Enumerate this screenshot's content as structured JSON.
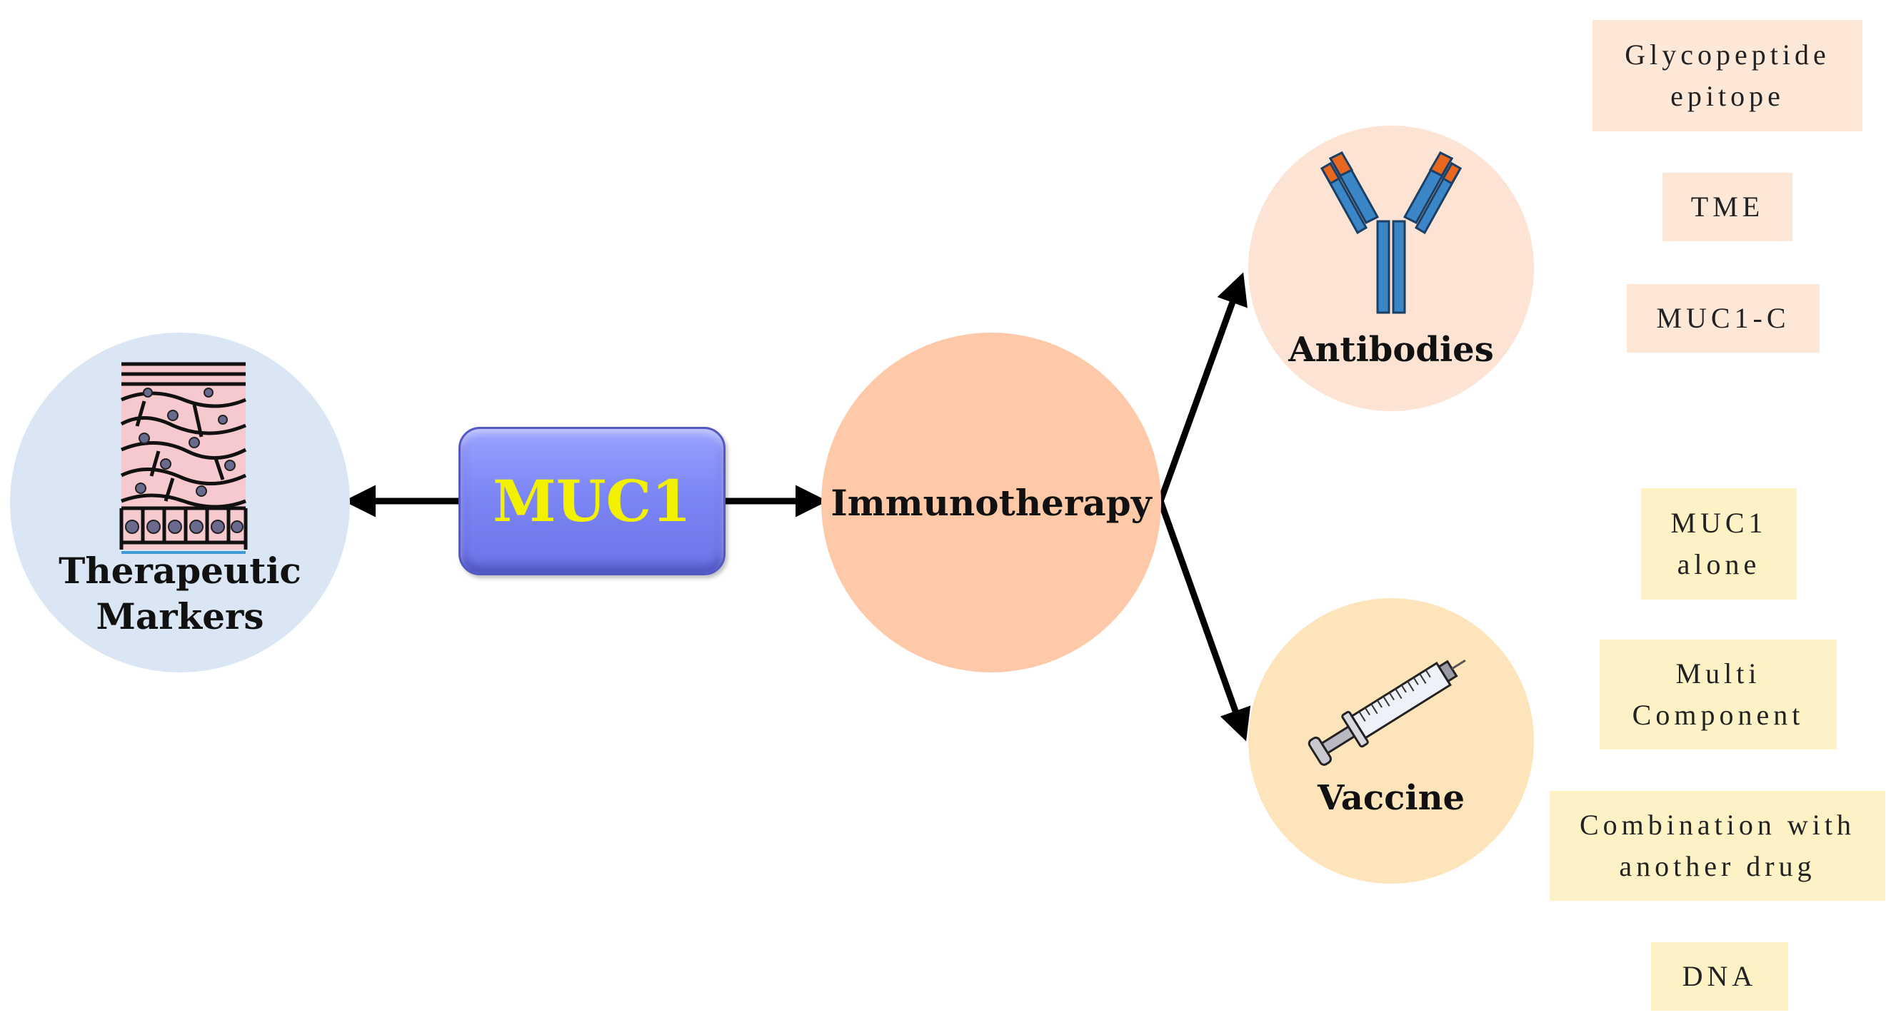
{
  "center": {
    "label": "MUC1",
    "fill": "#7d86f7",
    "text_color": "#f2f200"
  },
  "markers": {
    "label_line1": "Therapeutic",
    "label_line2": "Markers",
    "fill": "#dae6f4",
    "icon": "epithelial-tissue-icon"
  },
  "immunotherapy": {
    "label": "Immunotherapy",
    "fill": "#fdc9a8"
  },
  "antibodies": {
    "label": "Antibodies",
    "fill": "#fde3d3",
    "icon": "antibody-icon",
    "tag_fill": "#fde8d8",
    "tags": [
      "Glycopeptide\nepitope",
      "TME",
      "MUC1-C"
    ]
  },
  "vaccine": {
    "label": "Vaccine",
    "fill": "#fde4bb",
    "icon": "syringe-icon",
    "tag_fill": "#fdf2c6",
    "tags": [
      "MUC1\nalone",
      "Multi\nComponent",
      "Combination with\nanother drug",
      "DNA"
    ]
  }
}
